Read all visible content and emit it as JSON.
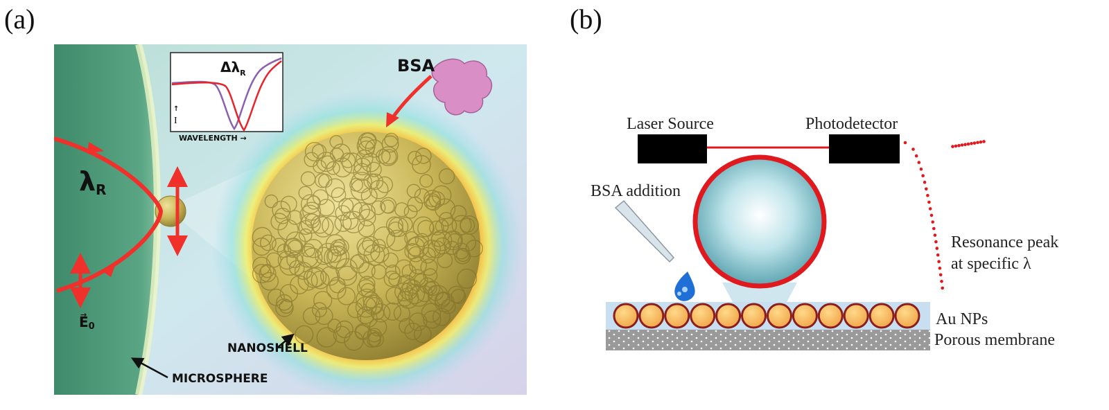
{
  "panel_a": {
    "letter": "(a)",
    "inset": {
      "delta_label": "Δλ",
      "delta_sub": "R",
      "x_axis": "WAVELENGTH →",
      "y_axis_symbol": "I",
      "y_arrow": "↑"
    },
    "labels": {
      "bsa": "BSA",
      "lambda": "λ",
      "lambda_sub": "R",
      "field": "E",
      "field_sub": "0",
      "field_vector": "→",
      "nanoshell": "NANOSHELL",
      "microsphere": "MICROSPHERE"
    },
    "colors": {
      "arrow": "#f0302a",
      "spectrum_red": "#e8242a",
      "spectrum_purple": "#8a60b0",
      "nanoshell": "#c9b657",
      "protein": "#d98fc5"
    }
  },
  "panel_b": {
    "letter": "(b)",
    "labels": {
      "laser": "Laser Source",
      "detector": "Photodetector",
      "bsa": "BSA addition",
      "resonance_1": "Resonance peak",
      "resonance_2": "at specific λ",
      "au": "Au NPs",
      "membrane": "Porous membrane"
    },
    "counts": {
      "nanoparticles": 12
    },
    "colors": {
      "ring": "#e0191f",
      "nanoparticle": "#f4b85a",
      "membrane": "#9a9a9a",
      "sphere": "#7fc3cf"
    }
  }
}
